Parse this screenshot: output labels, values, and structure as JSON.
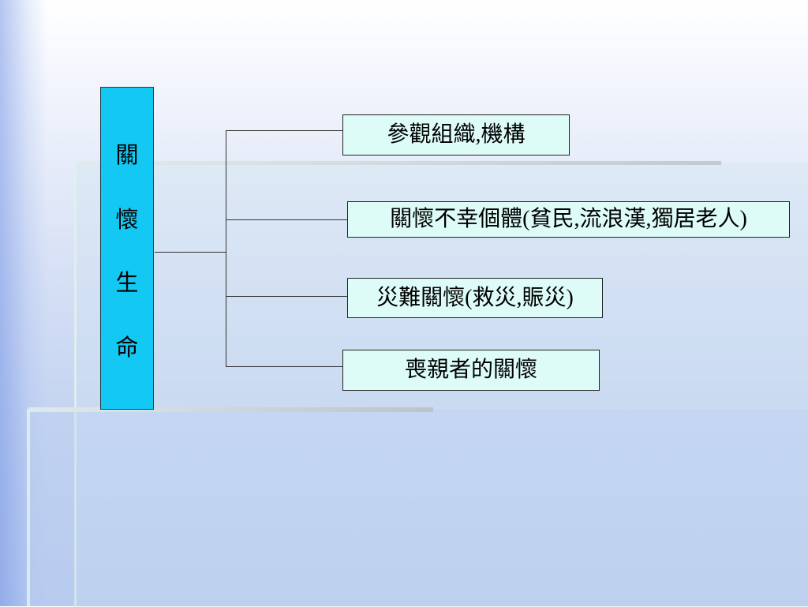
{
  "diagram": {
    "root": {
      "chars": [
        "關",
        "懷",
        "生",
        "命"
      ]
    },
    "children": [
      {
        "label": "參觀組織,機構"
      },
      {
        "label": "關懷不幸個體(貧民,流浪漢,獨居老人)"
      },
      {
        "label": "災難關懷(救災,賑災)"
      },
      {
        "label": "喪親者的關懷"
      }
    ]
  },
  "colors": {
    "root_fill": "#14c8f4",
    "child_fill": "#ddfcf8",
    "line": "#333333"
  }
}
